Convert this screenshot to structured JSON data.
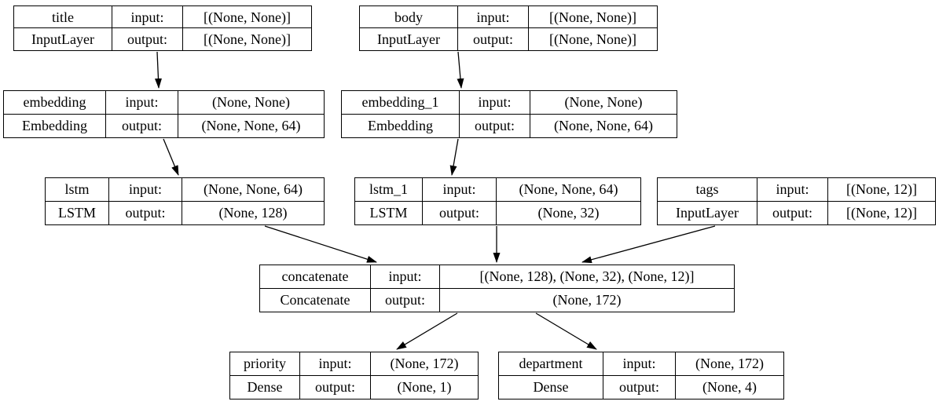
{
  "diagram_type": "keras-model-architecture",
  "colors": {
    "background": "#ffffff",
    "node_border": "#000000",
    "edge": "#000000",
    "text": "#000000"
  },
  "labels": {
    "input": "input:",
    "output": "output:"
  },
  "nodes": [
    {
      "id": "title",
      "name": "title",
      "class": "InputLayer",
      "input_label": "input:",
      "output_label": "output:",
      "input_shape": "[(None, None)]",
      "output_shape": "[(None, None)]"
    },
    {
      "id": "body",
      "name": "body",
      "class": "InputLayer",
      "input_label": "input:",
      "output_label": "output:",
      "input_shape": "[(None, None)]",
      "output_shape": "[(None, None)]"
    },
    {
      "id": "embedding",
      "name": "embedding",
      "class": "Embedding",
      "input_label": "input:",
      "output_label": "output:",
      "input_shape": "(None, None)",
      "output_shape": "(None, None, 64)"
    },
    {
      "id": "embedding_1",
      "name": "embedding_1",
      "class": "Embedding",
      "input_label": "input:",
      "output_label": "output:",
      "input_shape": "(None, None)",
      "output_shape": "(None, None, 64)"
    },
    {
      "id": "lstm",
      "name": "lstm",
      "class": "LSTM",
      "input_label": "input:",
      "output_label": "output:",
      "input_shape": "(None, None, 64)",
      "output_shape": "(None, 128)"
    },
    {
      "id": "lstm_1",
      "name": "lstm_1",
      "class": "LSTM",
      "input_label": "input:",
      "output_label": "output:",
      "input_shape": "(None, None, 64)",
      "output_shape": "(None, 32)"
    },
    {
      "id": "tags",
      "name": "tags",
      "class": "InputLayer",
      "input_label": "input:",
      "output_label": "output:",
      "input_shape": "[(None, 12)]",
      "output_shape": "[(None, 12)]"
    },
    {
      "id": "concatenate",
      "name": "concatenate",
      "class": "Concatenate",
      "input_label": "input:",
      "output_label": "output:",
      "input_shape": "[(None, 128), (None, 32), (None, 12)]",
      "output_shape": "(None, 172)"
    },
    {
      "id": "priority",
      "name": "priority",
      "class": "Dense",
      "input_label": "input:",
      "output_label": "output:",
      "input_shape": "(None, 172)",
      "output_shape": "(None, 1)"
    },
    {
      "id": "department",
      "name": "department",
      "class": "Dense",
      "input_label": "input:",
      "output_label": "output:",
      "input_shape": "(None, 172)",
      "output_shape": "(None, 4)"
    }
  ],
  "edges": [
    {
      "from": "title",
      "to": "embedding"
    },
    {
      "from": "body",
      "to": "embedding_1"
    },
    {
      "from": "embedding",
      "to": "lstm"
    },
    {
      "from": "embedding_1",
      "to": "lstm_1"
    },
    {
      "from": "lstm",
      "to": "concatenate"
    },
    {
      "from": "lstm_1",
      "to": "concatenate"
    },
    {
      "from": "tags",
      "to": "concatenate"
    },
    {
      "from": "concatenate",
      "to": "priority"
    },
    {
      "from": "concatenate",
      "to": "department"
    }
  ]
}
